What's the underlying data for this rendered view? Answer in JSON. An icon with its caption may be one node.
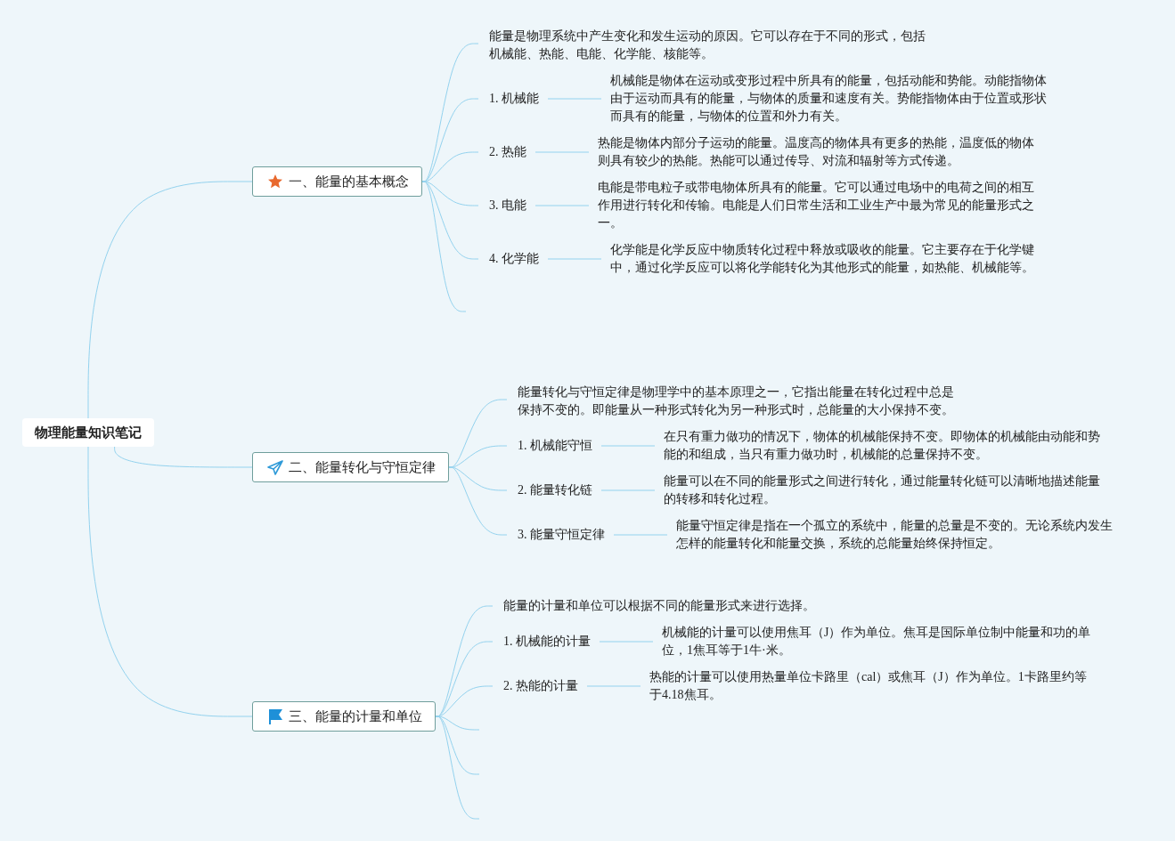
{
  "diagram": {
    "nodes": [
      {
        "text": [
          "物理能量知识笔记"
        ]
      },
      {
        "text": [
          "一、能量的基本概念"
        ]
      },
      {
        "text": [
          "能量是物理系统中产生变化和发生运动的原因。它可以存在于不同的形式，包括机械能、热能、电能、化学能、核能等。"
        ]
      },
      {
        "text": [
          "1. 机械能"
        ]
      },
      {
        "text": [
          "机械能是物体在运动或变形过程中所具有的能量，包括动能和势能。动能指物体由于运动而具有的能量，与物体的质量和速度有关。势能指物体由于位置或形状而具有的能量，与物体的位置和外力有关。"
        ]
      },
      {
        "text": [
          "2. 热能"
        ]
      },
      {
        "text": [
          "热能是物体内部分子运动的能量。温度高的物体具有更多的热能，温度低的物体则具有较少的热能。热能可以通过传导、对流和辐射等方式传递。"
        ]
      },
      {
        "text": [
          "3. 电能"
        ]
      },
      {
        "text": [
          "电能是带电粒子或带电物体所具有的能量。它可以通过电场中的电荷之间的相互作用进行转化和传输。电能是人们日常生活和工业生产中最为常见的能量形式之一。"
        ]
      },
      {
        "text": [
          "4. 化学能"
        ]
      },
      {
        "text": [
          "化学能是化学反应中物质转化过程中释放或吸收的能量。它主要存在于化学键中，通过化学反应可以将化学能转化为其他形式的能量，如热能、机械能等。"
        ]
      },
      {
        "text": [
          "二、能量转化与守恒定律"
        ]
      },
      {
        "text": [
          "能量转化与守恒定律是物理学中的基本原理之一，它指出能量在转化过程中总是保持不变的。即能量从一种形式转化为另一种形式时，总能量的大小保持不变。"
        ]
      },
      {
        "text": [
          "1. 机械能守恒"
        ]
      },
      {
        "text": [
          "在只有重力做功的情况下，物体的机械能保持不变。即物体的机械能由动能和势能的和组成，当只有重力做功时，机械能的总量保持不变。"
        ]
      },
      {
        "text": [
          "2. 能量转化链"
        ]
      },
      {
        "text": [
          "能量可以在不同的能量形式之间进行转化，通过能量转化链可以清晰地描述能量的转移和转化过程。"
        ]
      },
      {
        "text": [
          "3. 能量守恒定律"
        ]
      },
      {
        "text": [
          "能量守恒定律是指在一个孤立的系统中，能量的总量是不变的。无论系统内发生怎样的能量转化和能量交换，系统的总能量始终保持恒定。"
        ]
      },
      {
        "text": [
          "三、能量的计量和单位"
        ]
      },
      {
        "text": [
          "能量的计量和单位可以根据不同的能量形式来进行选择。"
        ]
      },
      {
        "text": [
          "1. 机械能的计量"
        ]
      },
      {
        "text": [
          "机械能的计量可以使用焦耳（J）作为单位。焦耳是国际单位制中能量和功的单位，1焦耳等于1牛·米。"
        ]
      },
      {
        "text": [
          "2. 热能的计量"
        ]
      },
      {
        "text": [
          "热能的计量可以使用热量单位卡路里（cal）或焦耳（J）作为单位。1卡路里约等于4.18焦耳。"
        ]
      }
    ],
    "edges": [
      {
        "from": 0,
        "to": 1,
        "arrow": "none"
      },
      {
        "from": 0,
        "to": 11,
        "arrow": "none"
      },
      {
        "from": 0,
        "to": 19,
        "arrow": "none"
      },
      {
        "from": 1,
        "to": 2,
        "arrow": "none"
      },
      {
        "from": 1,
        "to": 3,
        "arrow": "none"
      },
      {
        "from": 1,
        "to": 5,
        "arrow": "none"
      },
      {
        "from": 1,
        "to": 7,
        "arrow": "none"
      },
      {
        "from": 1,
        "to": 9,
        "arrow": "none"
      },
      {
        "from": 1,
        "to": null,
        "arrow": "none"
      },
      {
        "from": 3,
        "to": 4,
        "arrow": "none"
      },
      {
        "from": 5,
        "to": 6,
        "arrow": "none"
      },
      {
        "from": 7,
        "to": 8,
        "arrow": "none"
      },
      {
        "from": 9,
        "to": 10,
        "arrow": "none"
      },
      {
        "from": 11,
        "to": 12,
        "arrow": "none"
      },
      {
        "from": 11,
        "to": 13,
        "arrow": "none"
      },
      {
        "from": 11,
        "to": 15,
        "arrow": "none"
      },
      {
        "from": 11,
        "to": 17,
        "arrow": "none"
      },
      {
        "from": 13,
        "to": 14,
        "arrow": "none"
      },
      {
        "from": 15,
        "to": 16,
        "arrow": "none"
      },
      {
        "from": 17,
        "to": 18,
        "arrow": "none"
      },
      {
        "from": 19,
        "to": 20,
        "arrow": "none"
      },
      {
        "from": 19,
        "to": 21,
        "arrow": "none"
      },
      {
        "from": 19,
        "to": 23,
        "arrow": "none"
      },
      {
        "from": 19,
        "to": null,
        "arrow": "none"
      },
      {
        "from": 19,
        "to": null,
        "arrow": "none"
      },
      {
        "from": 19,
        "to": null,
        "arrow": "none"
      },
      {
        "from": 21,
        "to": 22,
        "arrow": "none"
      },
      {
        "from": 23,
        "to": 24,
        "arrow": "none"
      }
    ]
  }
}
